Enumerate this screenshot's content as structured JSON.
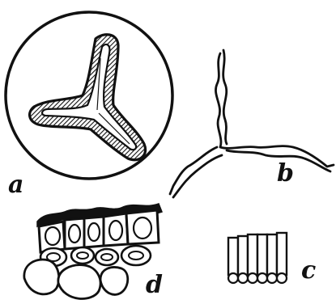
{
  "figure": {
    "panels": [
      {
        "label": "a"
      },
      {
        "label": "b"
      },
      {
        "label": "c"
      },
      {
        "label": "d"
      }
    ]
  },
  "colors": {
    "ink": "#111111",
    "paper": "#ffffff"
  }
}
